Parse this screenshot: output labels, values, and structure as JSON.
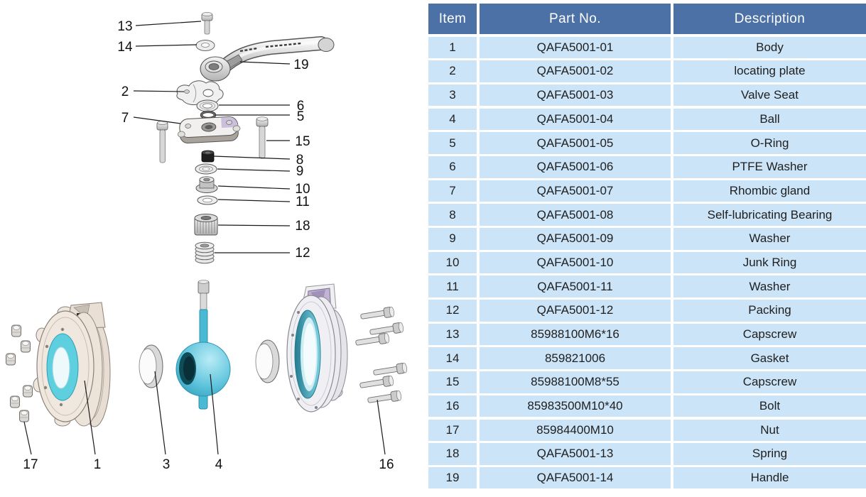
{
  "table": {
    "headers": [
      "Item",
      "Part No.",
      "Description"
    ],
    "rows": [
      {
        "item": "1",
        "part_no": "QAFA5001-01",
        "description": "Body"
      },
      {
        "item": "2",
        "part_no": "QAFA5001-02",
        "description": "locating plate"
      },
      {
        "item": "3",
        "part_no": "QAFA5001-03",
        "description": "Valve Seat"
      },
      {
        "item": "4",
        "part_no": "QAFA5001-04",
        "description": "Ball"
      },
      {
        "item": "5",
        "part_no": "QAFA5001-05",
        "description": "O-Ring"
      },
      {
        "item": "6",
        "part_no": "QAFA5001-06",
        "description": "PTFE Washer"
      },
      {
        "item": "7",
        "part_no": "QAFA5001-07",
        "description": "Rhombic gland"
      },
      {
        "item": "8",
        "part_no": "QAFA5001-08",
        "description": "Self-lubricating Bearing"
      },
      {
        "item": "9",
        "part_no": "QAFA5001-09",
        "description": "Washer"
      },
      {
        "item": "10",
        "part_no": "QAFA5001-10",
        "description": "Junk Ring"
      },
      {
        "item": "11",
        "part_no": "QAFA5001-11",
        "description": "Washer"
      },
      {
        "item": "12",
        "part_no": "QAFA5001-12",
        "description": "Packing"
      },
      {
        "item": "13",
        "part_no": "85988100M6*16",
        "description": "Capscrew"
      },
      {
        "item": "14",
        "part_no": "859821006",
        "description": "Gasket"
      },
      {
        "item": "15",
        "part_no": "85988100M8*55",
        "description": "Capscrew"
      },
      {
        "item": "16",
        "part_no": "85983500M10*40",
        "description": "Bolt"
      },
      {
        "item": "17",
        "part_no": "85984400M10",
        "description": "Nut"
      },
      {
        "item": "18",
        "part_no": "QAFA5001-13",
        "description": "Spring"
      },
      {
        "item": "19",
        "part_no": "QAFA5001-14",
        "description": "Handle"
      }
    ]
  },
  "diagram": {
    "labels": [
      {
        "text": "13"
      },
      {
        "text": "14"
      },
      {
        "text": "19"
      },
      {
        "text": "2"
      },
      {
        "text": "6"
      },
      {
        "text": "5"
      },
      {
        "text": "7"
      },
      {
        "text": "15"
      },
      {
        "text": "8"
      },
      {
        "text": "9"
      },
      {
        "text": "10"
      },
      {
        "text": "11"
      },
      {
        "text": "18"
      },
      {
        "text": "12"
      },
      {
        "text": "17"
      },
      {
        "text": "1"
      },
      {
        "text": "3"
      },
      {
        "text": "4"
      },
      {
        "text": "16"
      }
    ]
  },
  "colors": {
    "table_header_bg": "#4c71a6",
    "table_header_text": "#ffffff",
    "table_row_bg": "#cce4f7",
    "table_row_text": "#1f1f1f",
    "table_grid": "#ffffff",
    "part_cyan": "#5ecfdf",
    "part_teal_dark": "#257c90",
    "part_lavender": "#c2b2d4",
    "part_cream": "#efe7dd",
    "leader_line": "#1a1a1a"
  }
}
